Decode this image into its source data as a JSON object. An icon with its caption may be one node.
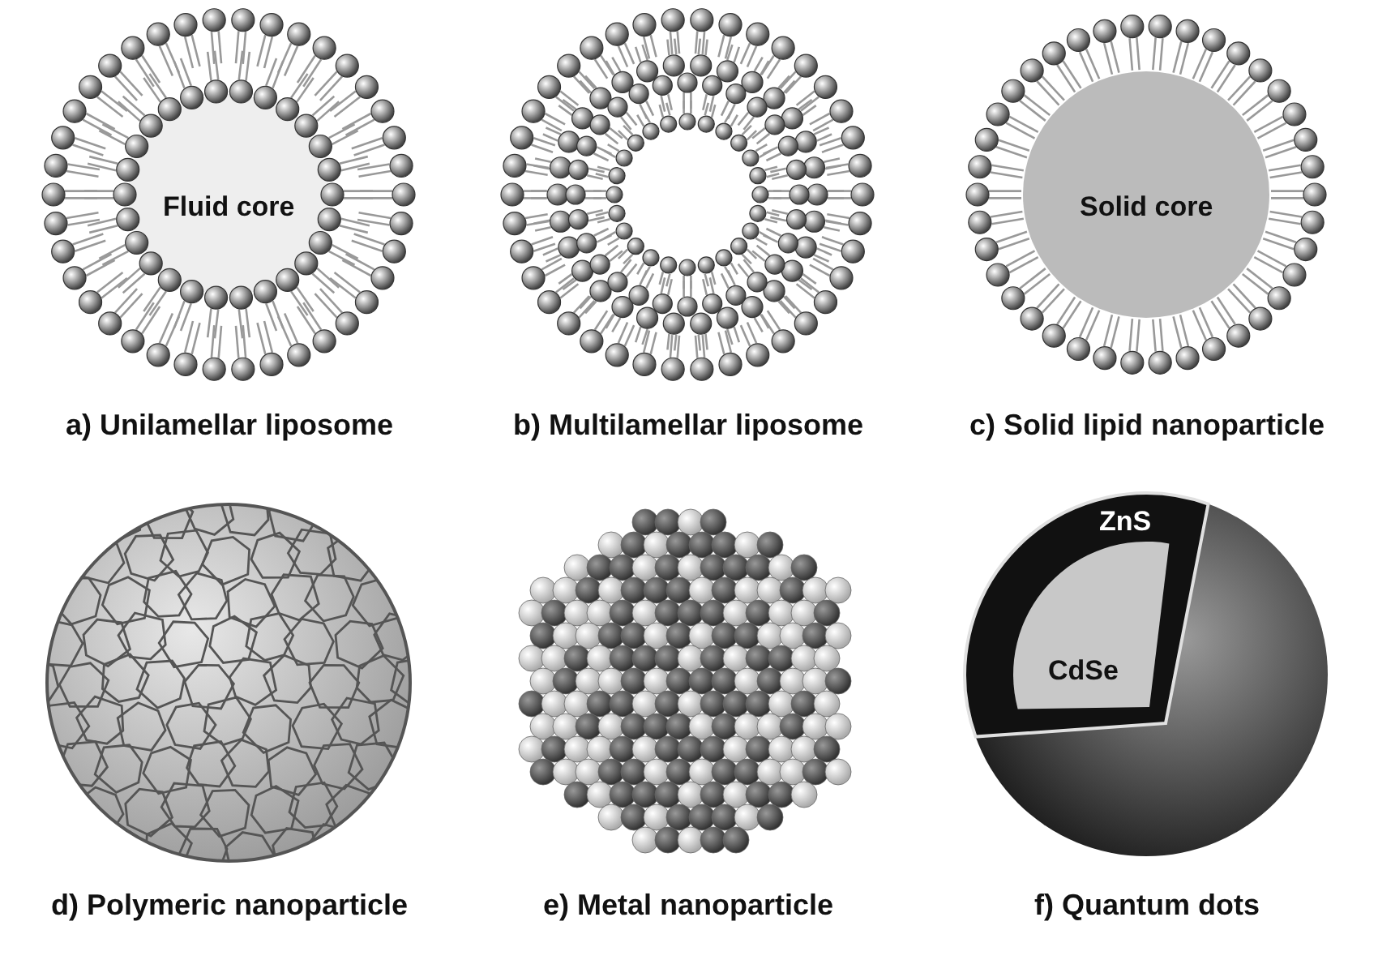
{
  "diagram": {
    "nodes": [
      {
        "text": [
          "Fluid core"
        ],
        "beside": [
          "a) Unilamellar liposome"
        ]
      },
      {
        "text": [],
        "shape": "picture",
        "beside": [
          "b) Multilamellar liposome"
        ]
      },
      {
        "text": [
          "Solid core"
        ],
        "beside": [
          "c) Solid lipid nanoparticle"
        ]
      },
      {
        "text": [],
        "shape": "picture",
        "beside": [
          "d) Polymeric nanoparticle"
        ]
      },
      {
        "text": [],
        "shape": "picture",
        "beside": [
          "e) Metal nanoparticle"
        ]
      },
      {
        "text": [
          "ZnS",
          "CdSe"
        ],
        "beside": [
          "f) Quantum dots"
        ]
      }
    ]
  }
}
